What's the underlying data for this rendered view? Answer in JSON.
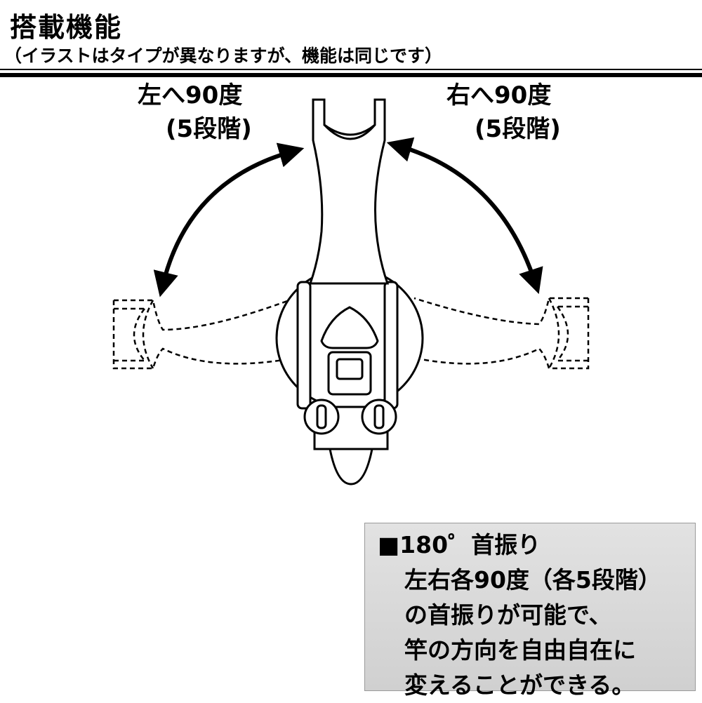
{
  "header": {
    "title": "搭載機能",
    "subtitle": "（イラストはタイプが異なりますが、機能は同じです）"
  },
  "labels": {
    "left_degrees": "左へ90度",
    "left_steps": "(5段階)",
    "right_degrees": "右へ90度",
    "right_steps": "(5段階)"
  },
  "info": {
    "heading": "■180゜首振り",
    "lines": [
      "左右各90度（各5段階）",
      "の首振りが可能で、",
      "竿の方向を自由自在に",
      "変えることができる。"
    ]
  },
  "colors": {
    "text": "#000000",
    "box_bg": "#d8d8d8"
  }
}
